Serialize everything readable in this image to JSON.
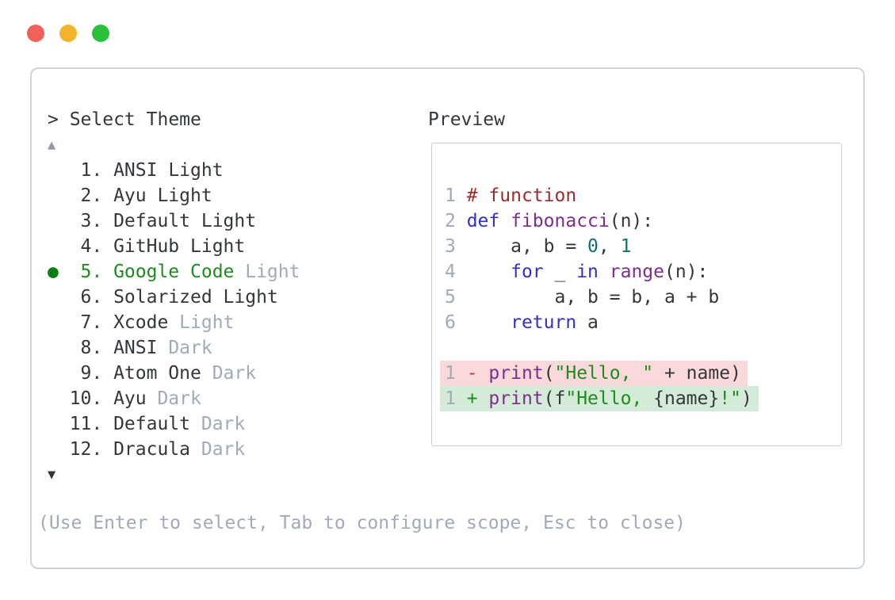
{
  "window": {
    "controls": [
      {
        "name": "close",
        "color": "#f2605a"
      },
      {
        "name": "minimize",
        "color": "#f3b32a"
      },
      {
        "name": "maximize",
        "color": "#2bc03c"
      }
    ]
  },
  "selector": {
    "prompt": "> Select Theme",
    "marker_glyph": "●",
    "scroll_up_glyph": "▲",
    "scroll_down_glyph": "▼",
    "items": [
      {
        "num": "1",
        "name": "ANSI",
        "variant": "Light",
        "variant_muted": false,
        "selected": false
      },
      {
        "num": "2",
        "name": "Ayu",
        "variant": "Light",
        "variant_muted": false,
        "selected": false
      },
      {
        "num": "3",
        "name": "Default",
        "variant": "Light",
        "variant_muted": false,
        "selected": false
      },
      {
        "num": "4",
        "name": "GitHub",
        "variant": "Light",
        "variant_muted": false,
        "selected": false
      },
      {
        "num": "5",
        "name": "Google Code",
        "variant": "Light",
        "variant_muted": true,
        "selected": true
      },
      {
        "num": "6",
        "name": "Solarized",
        "variant": "Light",
        "variant_muted": false,
        "selected": false
      },
      {
        "num": "7",
        "name": "Xcode",
        "variant": "Light",
        "variant_muted": true,
        "selected": false
      },
      {
        "num": "8",
        "name": "ANSI",
        "variant": "Dark",
        "variant_muted": true,
        "selected": false
      },
      {
        "num": "9",
        "name": "Atom One",
        "variant": "Dark",
        "variant_muted": true,
        "selected": false
      },
      {
        "num": "10",
        "name": "Ayu",
        "variant": "Dark",
        "variant_muted": true,
        "selected": false
      },
      {
        "num": "11",
        "name": "Default",
        "variant": "Dark",
        "variant_muted": true,
        "selected": false
      },
      {
        "num": "12",
        "name": "Dracula",
        "variant": "Dark",
        "variant_muted": true,
        "selected": false
      }
    ],
    "hint": "(Use Enter to select, Tab to configure scope, Esc to close)"
  },
  "preview": {
    "label": "Preview",
    "lines": [
      {
        "num": "1",
        "tokens": [
          {
            "t": "# function",
            "c": "com"
          }
        ]
      },
      {
        "num": "2",
        "tokens": [
          {
            "t": "def",
            "c": "kw"
          },
          {
            "t": " ",
            "c": "fg"
          },
          {
            "t": "fibonacci",
            "c": "fn"
          },
          {
            "t": "(n):",
            "c": "fg"
          }
        ]
      },
      {
        "num": "3",
        "tokens": [
          {
            "t": "    a, b = ",
            "c": "fg"
          },
          {
            "t": "0",
            "c": "num"
          },
          {
            "t": ", ",
            "c": "fg"
          },
          {
            "t": "1",
            "c": "num"
          }
        ]
      },
      {
        "num": "4",
        "tokens": [
          {
            "t": "    ",
            "c": "fg"
          },
          {
            "t": "for",
            "c": "kw"
          },
          {
            "t": " _ ",
            "c": "fg"
          },
          {
            "t": "in",
            "c": "kw"
          },
          {
            "t": " ",
            "c": "fg"
          },
          {
            "t": "range",
            "c": "fn"
          },
          {
            "t": "(n):",
            "c": "fg"
          }
        ]
      },
      {
        "num": "5",
        "tokens": [
          {
            "t": "        a, b = b, a + b",
            "c": "fg"
          }
        ]
      },
      {
        "num": "6",
        "tokens": [
          {
            "t": "    ",
            "c": "fg"
          },
          {
            "t": "return",
            "c": "kw"
          },
          {
            "t": " a",
            "c": "fg"
          }
        ]
      },
      {
        "blank": true
      },
      {
        "num": "1",
        "diff": "del",
        "tokens": [
          {
            "t": "- ",
            "c": "del"
          },
          {
            "t": "print",
            "c": "fn"
          },
          {
            "t": "(",
            "c": "fg"
          },
          {
            "t": "\"Hello, \"",
            "c": "str"
          },
          {
            "t": " + name)",
            "c": "fg"
          }
        ]
      },
      {
        "num": "1",
        "diff": "add",
        "tokens": [
          {
            "t": "+ ",
            "c": "str"
          },
          {
            "t": "print",
            "c": "fn"
          },
          {
            "t": "(f",
            "c": "fg"
          },
          {
            "t": "\"Hello, ",
            "c": "str"
          },
          {
            "t": "{name}",
            "c": "fg"
          },
          {
            "t": "!\"",
            "c": "str"
          },
          {
            "t": ")",
            "c": "fg"
          }
        ]
      }
    ]
  },
  "colors": {
    "foreground": "#32373c",
    "muted": "#a0aab9",
    "selected_green": "#1d8c1d",
    "marker_green": "#0c7e12",
    "comment_red": "#9d2b2b",
    "keyword_blue": "#3131c4",
    "function_purple": "#7e2c90",
    "number_teal": "#0e7076",
    "diff_del_red": "#c53737",
    "diff_del_bg": "#f9d9d9",
    "diff_add_bg": "#d4ebd8",
    "panel_border": "#cfd5dd",
    "scroll_up_gray": "#8e9aae"
  }
}
